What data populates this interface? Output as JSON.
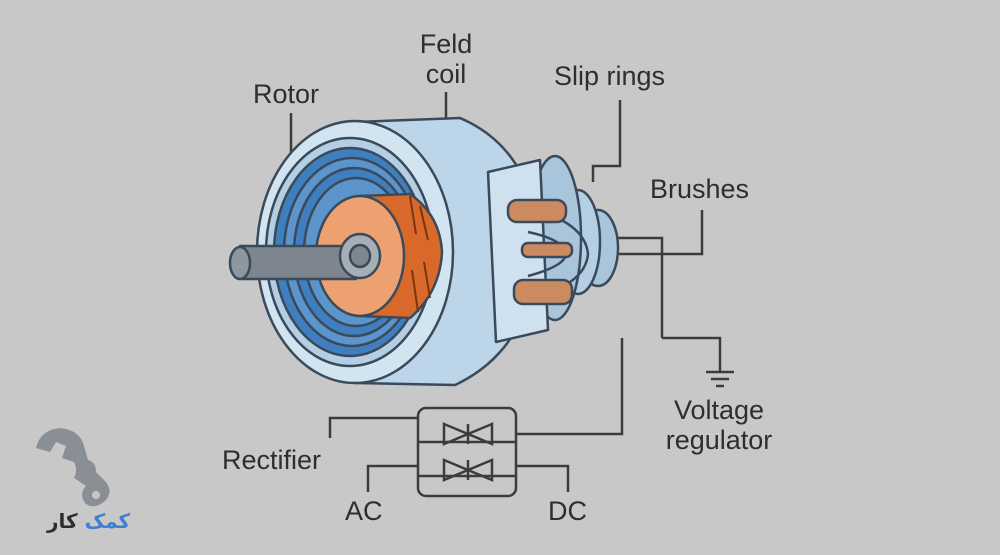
{
  "labels": {
    "feld_coil": [
      "Feld",
      "coil"
    ],
    "rotor": "Rotor",
    "slip_rings": "Slip rings",
    "brushes": "Brushes",
    "voltage_regulator": [
      "Voltage",
      "regulator"
    ],
    "rectifier": "Rectifier",
    "ac": "AC",
    "dc": "DC"
  },
  "logo": {
    "word_1": "کمک",
    "word_2": "کار",
    "icon": "wrench-icon"
  },
  "colors": {
    "background": "#c8c8c8",
    "outline": "#3a4a5a",
    "housing": "#bcd5e8",
    "coil_blue": "#4a86c0",
    "rotor_orange": "#e07a3a",
    "rotor_light": "#eda170",
    "brush": "#cc8a60",
    "wire": "#3c3c3c",
    "logo_gray": "#8a8f96",
    "logo_blue": "#3f7fd0"
  }
}
